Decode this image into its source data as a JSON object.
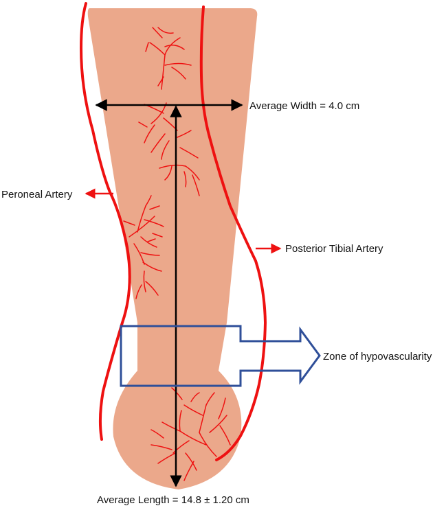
{
  "labels": {
    "width": "Average Width = 4.0 cm",
    "length": "Average Length = 14.8 ± 1.20 cm",
    "peroneal": "Peroneal Artery",
    "posterior_tibial": "Posterior Tibial Artery",
    "zone": "Zone of hypovascularity"
  },
  "colors": {
    "tissue": "#eba88b",
    "artery": "#ee1111",
    "measure": "#000000",
    "zone": "#2f4f99",
    "text": "#111111",
    "background": "#ffffff"
  }
}
